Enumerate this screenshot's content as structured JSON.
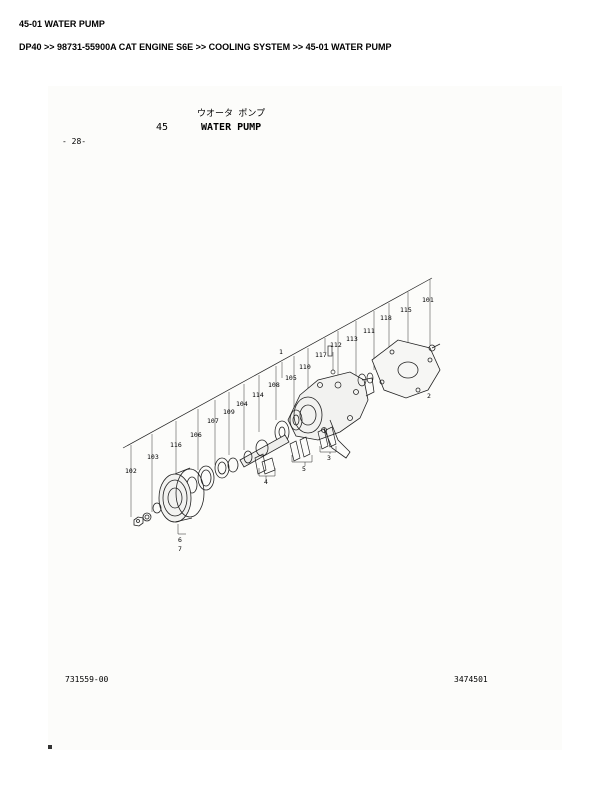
{
  "header": {
    "title": "45-01 WATER PUMP",
    "breadcrumb": "DP40 >> 98731-55900A CAT ENGINE S6E >> COOLING SYSTEM >> 45-01 WATER PUMP"
  },
  "drawing": {
    "title_jp": "ウオータ ポンプ",
    "section_number": "45",
    "section_name": "WATER PUMP",
    "page_ref": "- 28-",
    "footer_left": "731559-00",
    "footer_right": "3474501"
  },
  "callouts": {
    "c101": "101",
    "c115": "115",
    "c118": "118",
    "c111": "111",
    "c113": "113",
    "c112": "112",
    "c117": "117",
    "c1": "1",
    "c110": "110",
    "c105": "105",
    "c108": "108",
    "c114": "114",
    "c104": "104",
    "c109": "109",
    "c107": "107",
    "c106": "106",
    "c116": "116",
    "c103": "103",
    "c102": "102",
    "c2": "2",
    "c3": "3",
    "c4": "4",
    "c5": "5",
    "c6": "6",
    "c7": "7"
  }
}
